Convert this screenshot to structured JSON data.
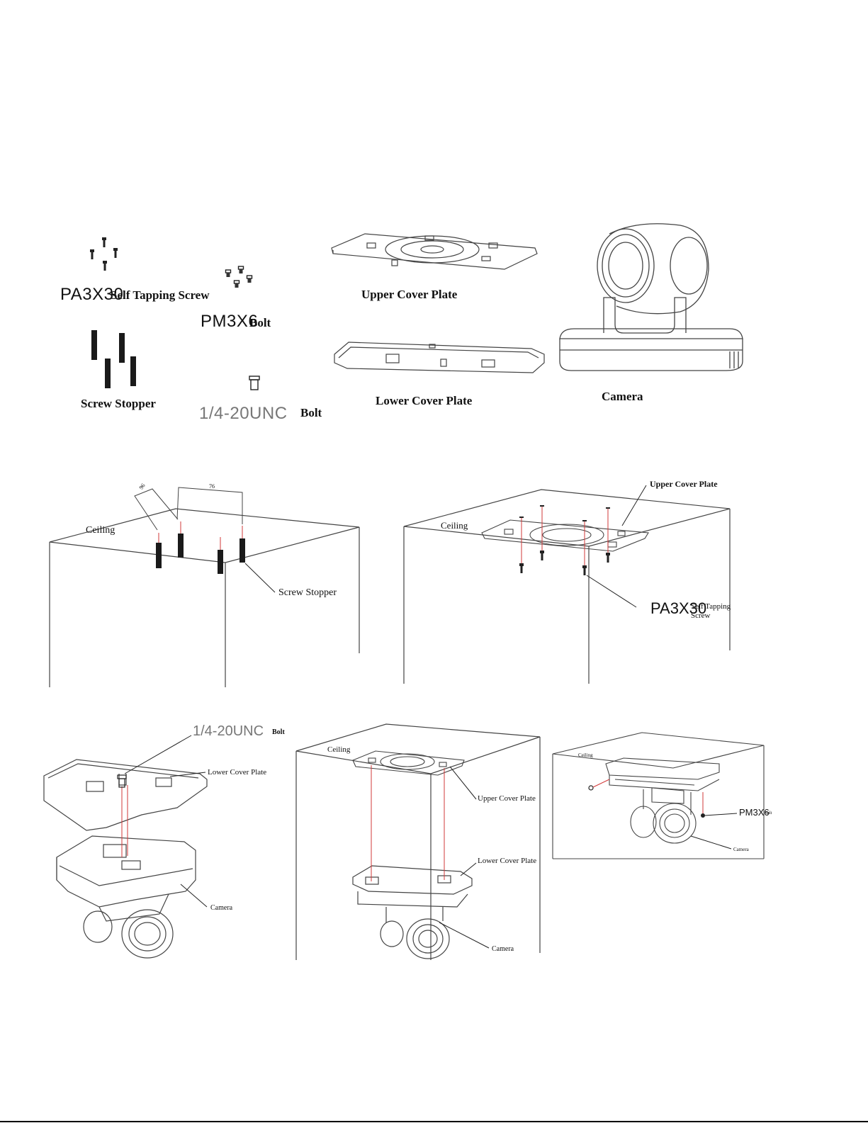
{
  "parts": {
    "pa3x30_code": "PA3X30",
    "pa3x30_desc": "Self Tapping Screw",
    "pm3x6_code": "PM3X6",
    "pm3x6_desc": "Bolt",
    "screw_stopper": "Screw Stopper",
    "unc_code": "1/4-20UNC",
    "unc_desc": "Bolt",
    "upper_plate": "Upper Cover Plate",
    "lower_plate": "Lower Cover Plate",
    "camera": "Camera"
  },
  "step1": {
    "ceiling": "Ceiling",
    "dim_left": "96",
    "dim_top": "76",
    "screw_stopper": "Screw Stopper"
  },
  "step2": {
    "ceiling": "Ceiling",
    "upper_plate": "Upper Cover Plate",
    "screw_code": "PA3X30",
    "screw_desc_1": "Self Tapping",
    "screw_desc_2": "Screw"
  },
  "step3": {
    "unc_code": "1/4-20UNC",
    "unc_desc": "Bolt",
    "lower_plate": "Lower Cover Plate",
    "camera": "Camera"
  },
  "step4": {
    "ceiling": "Ceiling",
    "upper_plate": "Upper Cover Plate",
    "lower_plate": "Lower Cover Plate",
    "camera": "Camera"
  },
  "step5": {
    "ceiling": "Ceiling",
    "pm3x6_code": "PM3X6",
    "pm3x6_desc": "Bolt",
    "camera": "Camera"
  },
  "colors": {
    "line": "#444444",
    "hole_line": "#d23a3a",
    "ink": "#111111"
  }
}
